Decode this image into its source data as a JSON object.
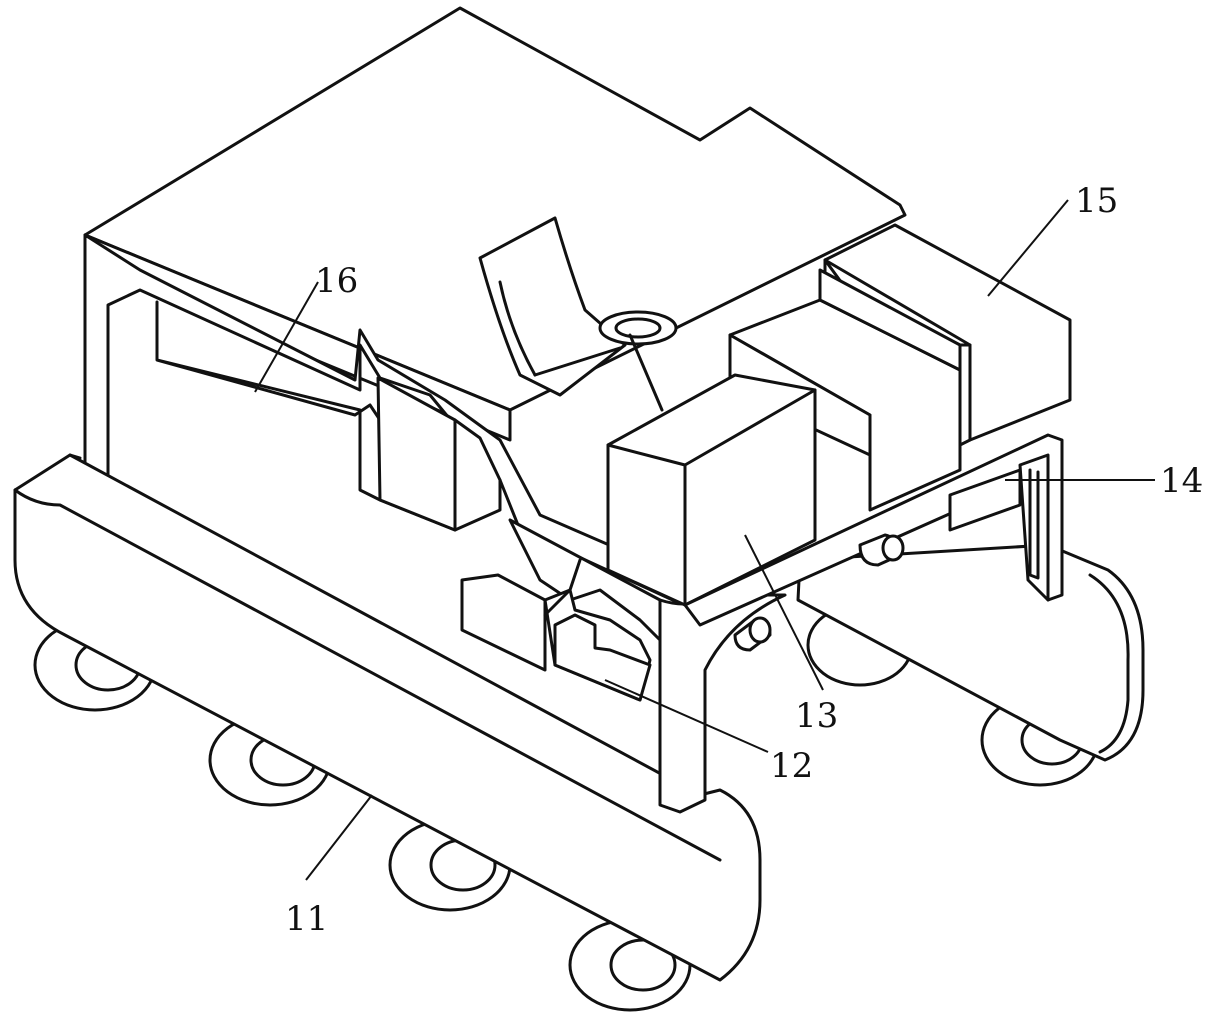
{
  "labels": {
    "l11": "11",
    "l12": "12",
    "l13": "13",
    "l14": "14",
    "l15": "15",
    "l16": "16"
  }
}
